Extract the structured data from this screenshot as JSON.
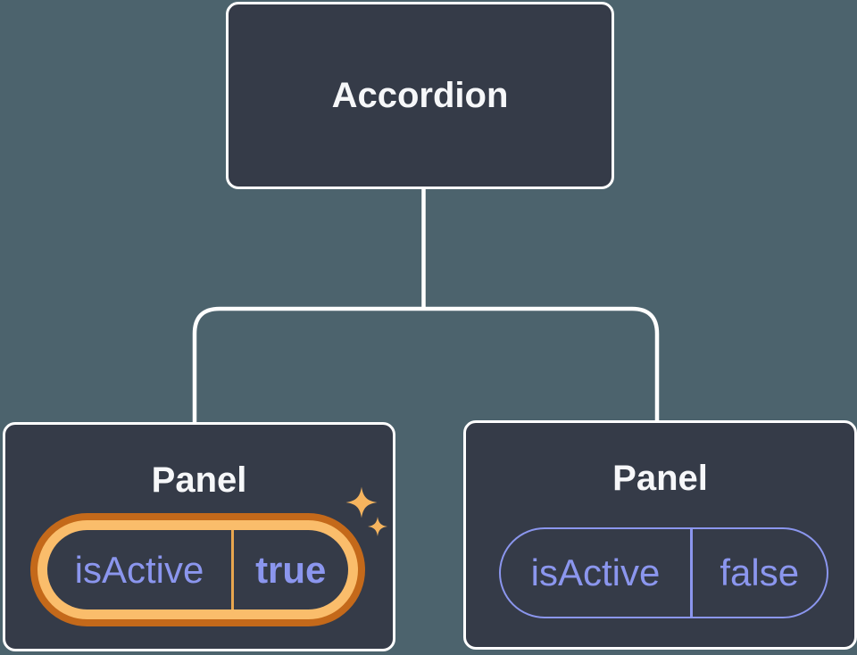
{
  "diagram": {
    "description": "Component tree diagram: Accordion parent with two Panel children holding isActive state",
    "root": {
      "label": "Accordion"
    },
    "children": [
      {
        "label": "Panel",
        "prop": {
          "name": "isActive",
          "value": "true"
        },
        "highlighted": true,
        "icons": [
          "sparkle-icon-large",
          "sparkle-icon-small"
        ]
      },
      {
        "label": "Panel",
        "prop": {
          "name": "isActive",
          "value": "false"
        },
        "highlighted": false
      }
    ]
  },
  "colors": {
    "background": "#4c636d",
    "node_fill": "#353b48",
    "node_border": "#ffffff",
    "connector": "#ffffff",
    "title_text": "#f6f7f9",
    "prop_text": "#8b96ee",
    "highlight_ring_outer": "#c4691a",
    "highlight_ring_inner": "#fabd6b",
    "highlight_divider": "#e8a64f",
    "sparkle": "#f6b45e"
  }
}
